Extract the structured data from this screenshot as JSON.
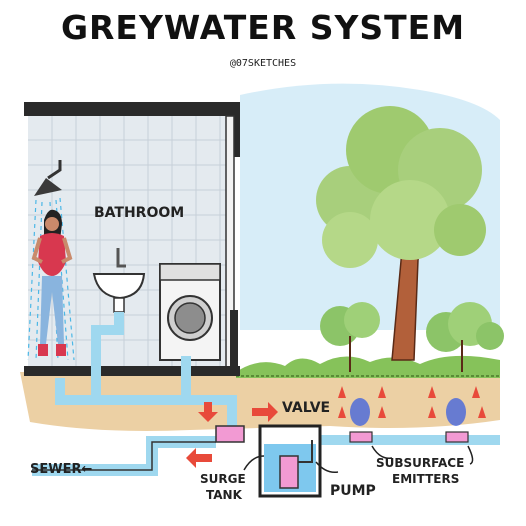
{
  "title": "GREYWATER SYSTEM",
  "credit": "@07SKETCHES",
  "labels": {
    "bathroom": "BATHROOM",
    "valve": "VALVE",
    "sewer": "SEWER←",
    "surge_tank_line1": "SURGE",
    "surge_tank_line2": "TANK",
    "pump": "PUMP",
    "emitters_line1": "SUBSURFACE",
    "emitters_line2": "EMITTERS"
  },
  "colors": {
    "pipe": "#9fd8ef",
    "fitting": "#f29ad3",
    "arrow": "#e84a3a",
    "soil": "#e9c99c",
    "grass": "#7cb84e",
    "sky": "#bfe3f3",
    "tile": "#e3e9ee",
    "water_flow": "#3b5fe0"
  }
}
